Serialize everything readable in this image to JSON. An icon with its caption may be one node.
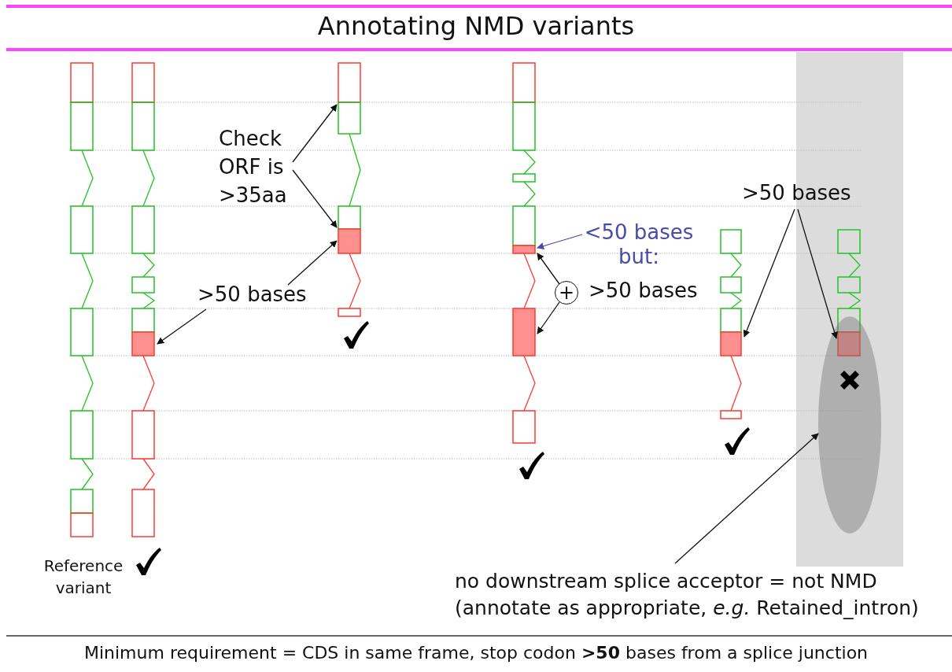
{
  "diagram": {
    "title": "Annotating NMD variants",
    "caption": "Minimum requirement  = CDS in same frame, stop codon **>50** bases from a splice junction",
    "nodes": [
      {
        "text": [
          "Check ORF is >35aa"
        ]
      },
      {
        "text": [],
        "shape": "box"
      },
      {
        "text": [],
        "shape": "box"
      },
      {
        "text": [
          ">50 bases"
        ]
      },
      {
        "text": [],
        "shape": "box"
      },
      {
        "text": [
          "<50 bases but:"
        ]
      },
      {
        "text": [],
        "shape": "box"
      },
      {
        "text": [
          "+"
        ],
        "beside": [
          ">50 bases"
        ]
      },
      {
        "text": [],
        "shape": "box"
      },
      {
        "text": [
          ">50 bases"
        ]
      },
      {
        "text": [],
        "shape": "box"
      },
      {
        "text": [],
        "shape": "box"
      },
      {
        "text": [
          "no downstream splice acceptor = not NMD",
          "(annotate as appropriate, *e.g.* Retained_intron)"
        ]
      },
      {
        "text": [],
        "shape": "ellipse"
      }
    ],
    "edges": [
      {
        "from": 0,
        "to": 1,
        "arrow": "to"
      },
      {
        "from": 0,
        "to": 2,
        "arrow": "to"
      },
      {
        "from": 3,
        "to": 4,
        "arrow": "to"
      },
      {
        "from": 3,
        "to": 2,
        "arrow": "to"
      },
      {
        "from": 5,
        "to": 6,
        "arrow": "to",
        "color": "#4a4aa8"
      },
      {
        "from": 7,
        "to": 6,
        "arrow": "to"
      },
      {
        "from": 7,
        "to": 8,
        "arrow": "to"
      },
      {
        "from": 9,
        "to": 10,
        "arrow": "to"
      },
      {
        "from": 9,
        "to": 11,
        "arrow": "to"
      },
      {
        "from": 12,
        "to": 13,
        "arrow": "to"
      }
    ],
    "labels": [
      "Reference variant"
    ]
  }
}
